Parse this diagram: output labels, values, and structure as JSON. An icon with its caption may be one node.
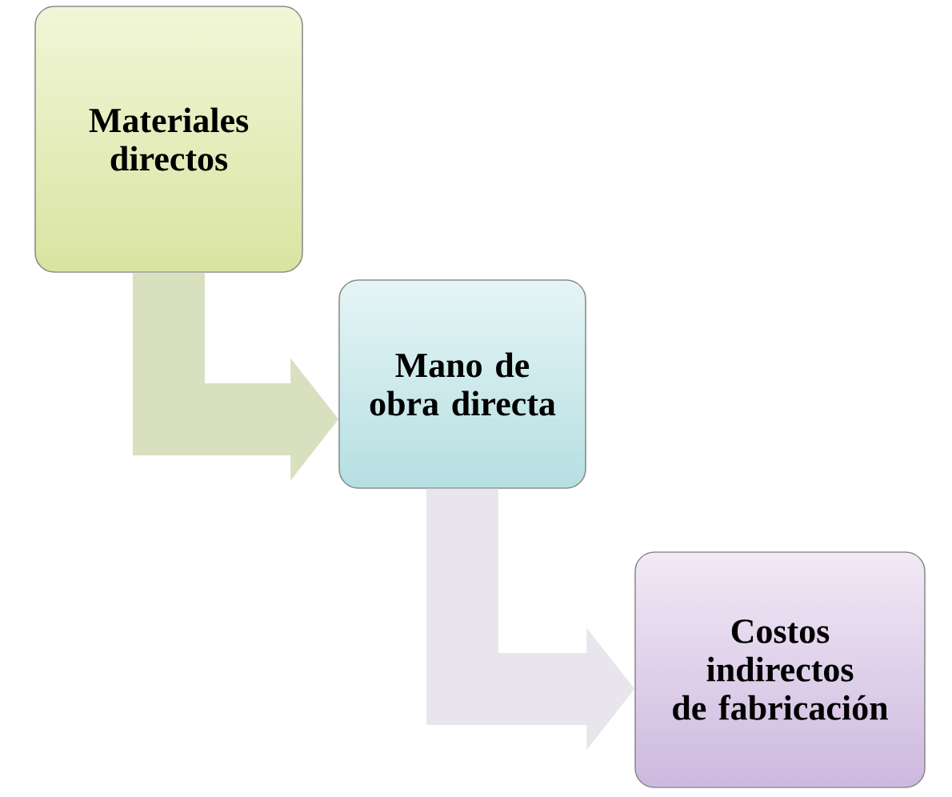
{
  "diagram": {
    "nodes": [
      {
        "text": [
          "Materiales directos"
        ]
      },
      {
        "text": [
          "Mano de obra directa"
        ]
      },
      {
        "text": [
          "Costos indirectos de fabricación"
        ]
      }
    ],
    "edges": [
      {
        "from": 0,
        "to": 1,
        "arrow": "to",
        "color": "#d8e0c0"
      },
      {
        "from": 1,
        "to": 2,
        "arrow": "to",
        "color": "#e8e6ec"
      }
    ]
  }
}
